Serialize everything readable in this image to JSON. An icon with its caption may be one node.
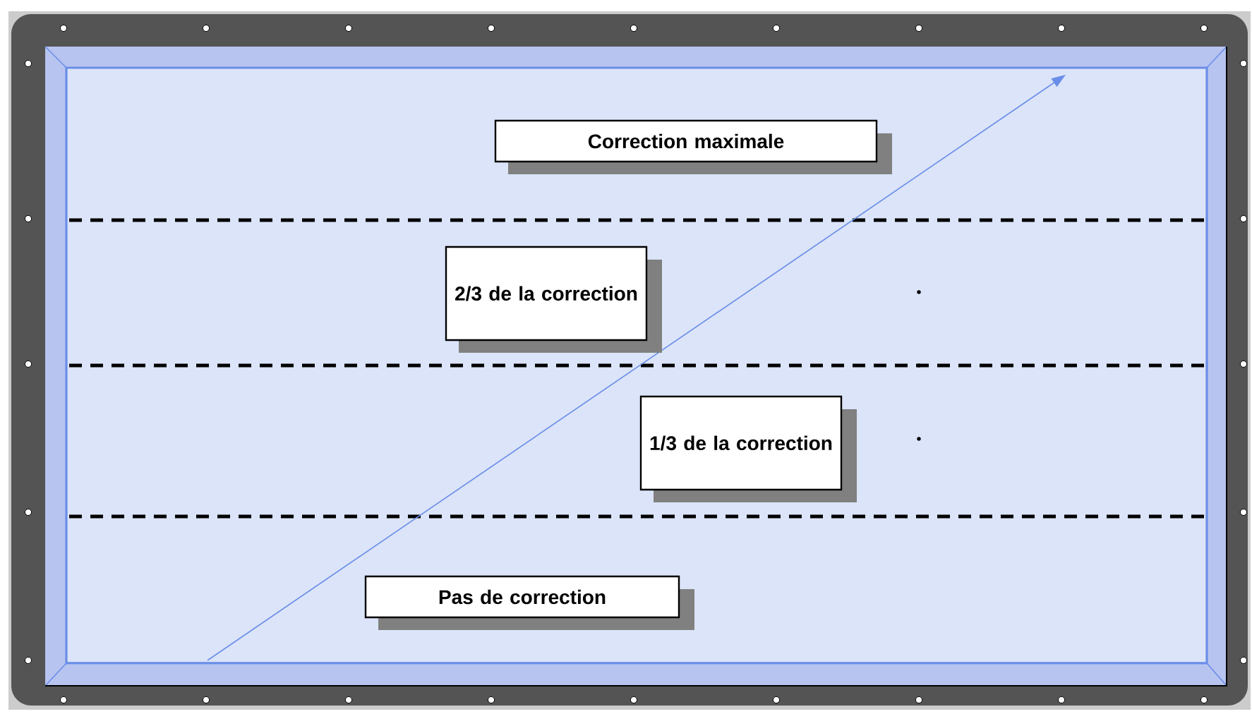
{
  "diagram": {
    "nodes": [
      {
        "text": [
          "Correction maximale"
        ]
      },
      {
        "text": [
          "2/3 de la correction"
        ]
      },
      {
        "text": [
          "1/3 de la correction"
        ]
      },
      {
        "text": [
          "Pas de correction"
        ]
      }
    ],
    "edges": []
  }
}
